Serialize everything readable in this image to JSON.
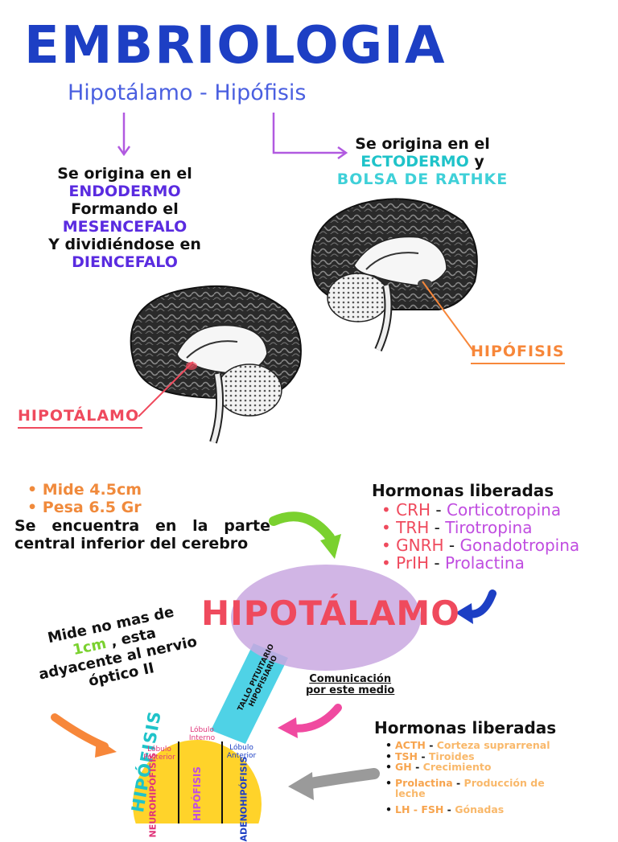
{
  "header": {
    "title": "EMBRIOLOGIA",
    "subtitle": "Hipotálamo - Hipófisis"
  },
  "left_origin": {
    "line1": "Se origina en el",
    "word1": "ENDODERMO",
    "line2": "Formando el",
    "word2": "MESENCEFALO",
    "line3": "Y dividiéndose en",
    "word3": "DIENCEFALO"
  },
  "right_origin": {
    "line1": "Se origina en el",
    "word1": "ECTODERMO",
    "connector": "y",
    "word2": "BOLSA DE RATHKE"
  },
  "labels": {
    "hipotalamo": "HIPOTÁLAMO",
    "hipofisis": "HIPÓFISIS"
  },
  "hipotalamo_facts": {
    "bullets": [
      "Mide 4.5cm",
      "Pesa 6.5 Gr"
    ],
    "location": "Se encuentra en la parte central inferior del cerebro"
  },
  "hipotalamo_hormones": {
    "title": "Hormonas liberadas",
    "items": [
      {
        "code": "CRH",
        "target": "Corticotropina"
      },
      {
        "code": "TRH",
        "target": "Tirotropina"
      },
      {
        "code": "GNRH",
        "target": "Gonadotropina"
      },
      {
        "code": "PrIH",
        "target": "Prolactina"
      }
    ]
  },
  "central": {
    "title": "HIPOTÁLAMO",
    "stalk_label_1": "TALLO PITUITARIO",
    "stalk_label_2": "HIPOFISIARIO",
    "communication_1": "Comunicación",
    "communication_2": "por este medio"
  },
  "hipofisis_facts": {
    "line1": "Mide no mas de",
    "size": "1cm",
    "line2": ", esta",
    "line3": "adyacente al nervio",
    "line4": "óptico II"
  },
  "hipofisis_diagram": {
    "vertical_title": "HIPÓFISIS",
    "lobulo_posterior": "Lóbulo Posterior",
    "lobulo_interno": "Lóbulo Interno",
    "lobulo_anterior": "Lóbulo Anterior",
    "neuro": "NEUROHIPÓFISIS",
    "middle": "HIPÓFISIS",
    "adeno": "ADENOHIPÓFISIS"
  },
  "hipofisis_hormones": {
    "title": "Hormonas liberadas",
    "items": [
      {
        "code": "ACTH",
        "target": "Corteza suprarrenal"
      },
      {
        "code": "TSH",
        "target": "Tiroides"
      },
      {
        "code": "GH",
        "target": "Crecimiento"
      },
      {
        "code": "Prolactina",
        "target": "Producción de leche"
      },
      {
        "code": "LH - FSH",
        "target": "Gónadas"
      }
    ]
  },
  "colors": {
    "title_blue": "#1d3fc4",
    "purple": "#5a2be0",
    "teal": "#1fc3c9",
    "red": "#ef4a5d",
    "orange": "#f7873a",
    "violet": "#c04de0",
    "lavender": "#c9a8e0",
    "cyan_stalk": "#4fd2e6",
    "yellow": "#ffd32a"
  }
}
